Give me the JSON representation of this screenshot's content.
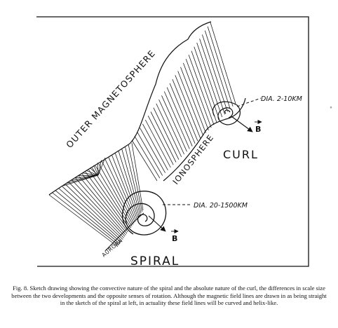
{
  "labels": {
    "outer_magnetosphere": "OUTER MAGNETOSPHERE",
    "ionosphere": "IONOSPHERE",
    "aurora": "AURORA",
    "curl": "CURL",
    "spiral": "SPIRAL",
    "dia_curl": "DIA. 2-10KM",
    "dia_spiral": "DIA. 20-1500KM",
    "b_vector": "B"
  },
  "caption": {
    "text": "Fig. 8.    Sketch drawing showing the convective nature of the spiral and the absolute nature of the curl, the differences in scale size between the two developments and the opposite senses of rotation. Although the magnetic field lines are drawn in as being straight in the sketch of the spiral at left, in actuality these field lines will be curved and helix-like."
  }
}
